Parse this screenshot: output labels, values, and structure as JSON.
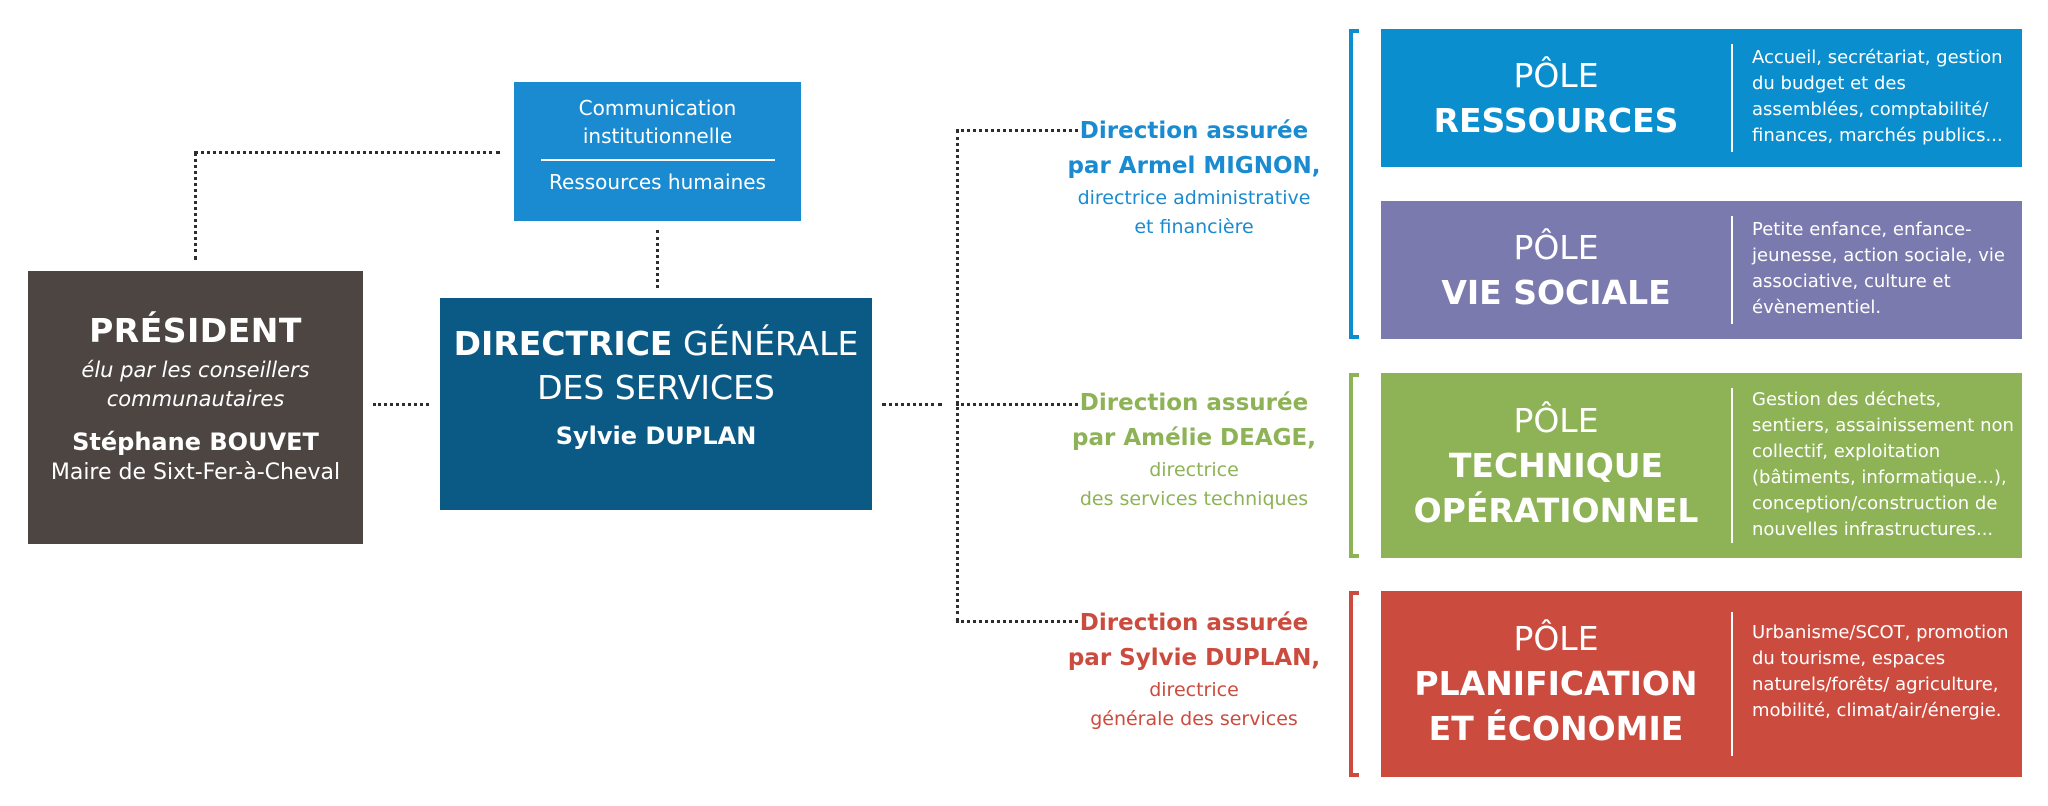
{
  "president": {
    "title": "PRÉSIDENT",
    "subtitle": "élu par les conseillers communautaires",
    "name": "Stéphane BOUVET",
    "role": "Maire de Sixt-Fer-à-Cheval"
  },
  "communication": {
    "line1": "Communication institutionnelle",
    "line2": "Ressources humaines"
  },
  "dgs": {
    "title_bold": "DIRECTRICE",
    "title_rest": " GÉNÉRALE",
    "title_line2": "DES SERVICES",
    "name": "Sylvie DUPLAN"
  },
  "directions": [
    {
      "line1": "Direction assurée",
      "line2": "par Armel MIGNON,",
      "desc1": "directrice administrative",
      "desc2": "et financière",
      "color": "#1a8bd0"
    },
    {
      "line1": "Direction assurée",
      "line2": "par Amélie DEAGE,",
      "desc1": "directrice",
      "desc2": "des services techniques",
      "color": "#8db356"
    },
    {
      "line1": "Direction assurée",
      "line2": "par Sylvie DUPLAN,",
      "desc1": "directrice",
      "desc2": "générale des services",
      "color": "#cc4b3f"
    }
  ],
  "poles": [
    {
      "keyword": "PÔLE",
      "name1": "RESSOURCES",
      "name2": "",
      "description": "Accueil, secrétariat, gestion du budget et des assemblées, comptabilité/ finances, marchés publics...",
      "color": "#0a8ece"
    },
    {
      "keyword": "PÔLE",
      "name1": "VIE SOCIALE",
      "name2": "",
      "description": "Petite enfance, enfance-jeunesse, action sociale, vie associative, culture et évènementiel.",
      "color": "#7b7aae"
    },
    {
      "keyword": "PÔLE",
      "name1": "TECHNIQUE",
      "name2": "OPÉRATIONNEL",
      "description": "Gestion des déchets, sentiers, assainissement non collectif, exploitation (bâtiments, informatique...), conception/construction de nouvelles infrastructures...",
      "color": "#8db356"
    },
    {
      "keyword": "PÔLE",
      "name1": "PLANIFICATION",
      "name2": "ET ÉCONOMIE",
      "description": "Urbanisme/SCOT, promotion du tourisme, espaces naturels/forêts/ agriculture, mobilité, climat/air/énergie.",
      "color": "#cc4b3f"
    }
  ]
}
